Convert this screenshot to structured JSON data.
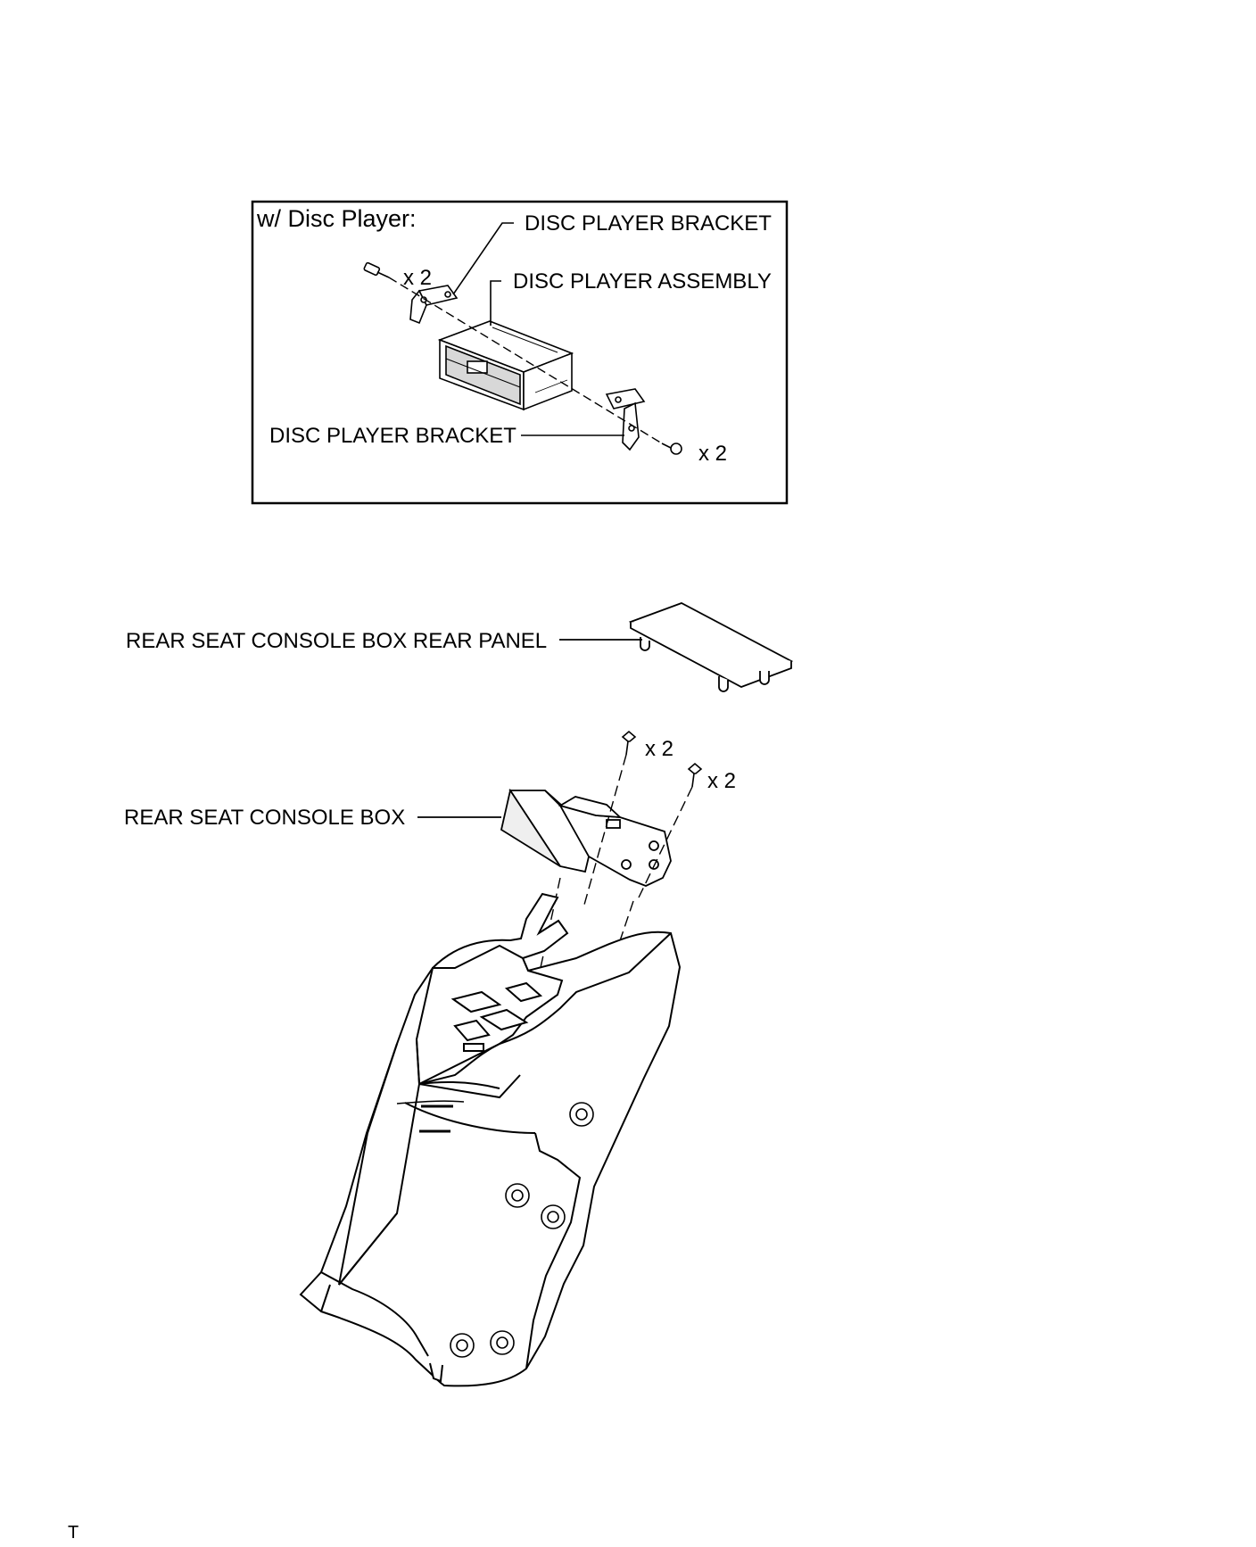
{
  "inset": {
    "title": "w/ Disc Player:",
    "labels": {
      "bracket_top": "DISC PLAYER BRACKET",
      "assembly": "DISC PLAYER ASSEMBLY",
      "bracket_bottom": "DISC PLAYER BRACKET"
    },
    "qty_left": "x 2",
    "qty_right": "x 2"
  },
  "main": {
    "labels": {
      "rear_panel": "REAR SEAT CONSOLE BOX REAR PANEL",
      "console_box": "REAR SEAT CONSOLE BOX"
    },
    "qty_upper": "x 2",
    "qty_lower": "x 2"
  },
  "footer": {
    "mark": "T"
  }
}
